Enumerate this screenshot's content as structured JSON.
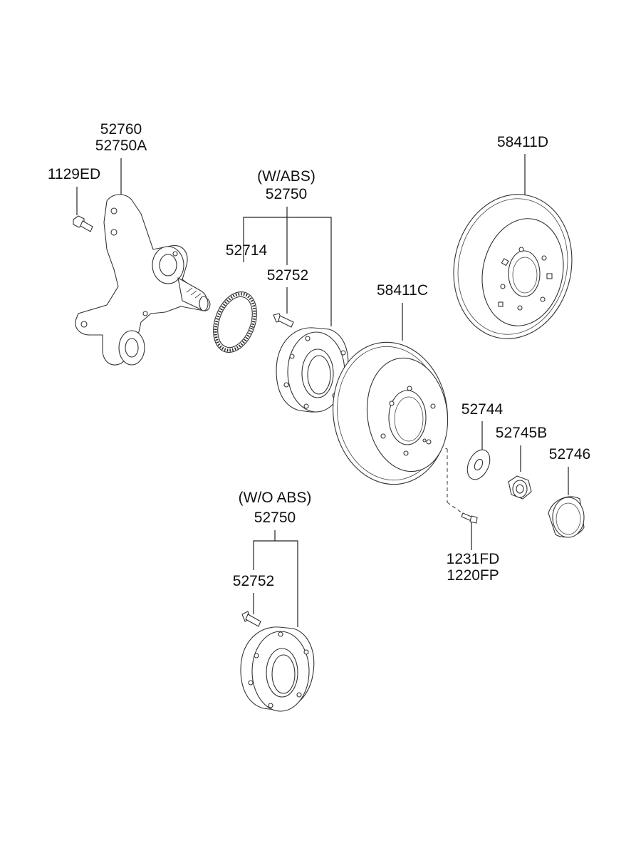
{
  "labels": {
    "knuckle_a": "52760",
    "knuckle_b": "52750A",
    "bolt_knuckle": "1129ED",
    "wabs_note": "(W/ABS)",
    "hub_wabs": "52750",
    "tone_ring": "52714",
    "hub_bolt_wabs": "52752",
    "drum": "58411C",
    "disc": "58411D",
    "washer": "52744",
    "nut": "52745B",
    "cap": "52746",
    "screw_a": "1231FD",
    "screw_b": "1220FP",
    "woabs_note": "(W/O ABS)",
    "hub_woabs": "52750",
    "hub_bolt_woabs": "52752"
  }
}
